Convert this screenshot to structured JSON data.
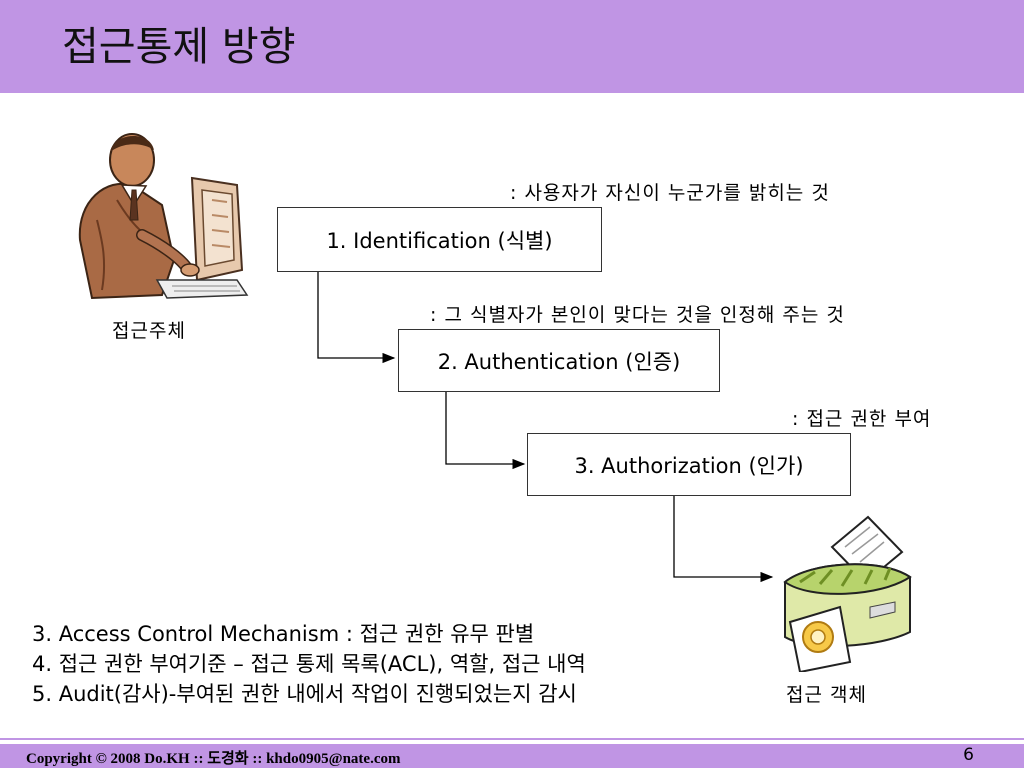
{
  "slide": {
    "title": "접근통제 방향",
    "subject_label": "접근주체",
    "object_label": "접근 객체",
    "page_number": "6"
  },
  "steps": [
    {
      "label": "1. Identification (식별)",
      "note": ": 사용자가 자신이 누군가를 밝히는 것"
    },
    {
      "label": "2. Authentication (인증)",
      "note": ": 그 식별자가 본인이 맞다는 것을 인정해 주는 것"
    },
    {
      "label": "3. Authorization (인가)",
      "note": ": 접근 권한 부여"
    }
  ],
  "list": [
    "3. Access Control Mechanism : 접근 권한 유무 판별",
    "4. 접근 권한 부여기준 – 접근 통제 목록(ACL), 역할, 접근 내역",
    "5. Audit(감사)-부여된 권한 내에서 작업이 진행되었는지 감시"
  ],
  "footer": {
    "copyright": "Copyright © 2008 Do.KH :: 도경화 :: khdo0905@nate.com"
  },
  "colors": {
    "accent": "#c095e4"
  }
}
